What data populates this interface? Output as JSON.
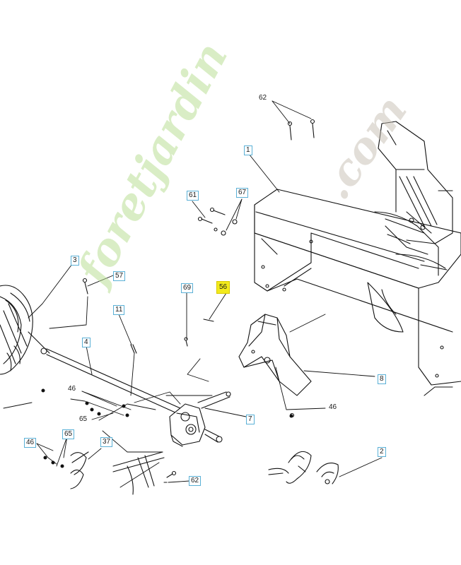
{
  "callouts": {
    "c62_top": "62",
    "c1": "1",
    "c61": "61",
    "c67": "67",
    "c3": "3",
    "c57": "57",
    "c69": "69",
    "c56": "56",
    "c11": "11",
    "c4": "4",
    "c8": "8",
    "c46_left": "46",
    "c65_left": "65",
    "c46_right": "46",
    "c7": "7",
    "c46_bottom": "46",
    "c65_bottom": "65",
    "c37": "37",
    "c2": "2",
    "c62_bottom": "62"
  },
  "watermark": {
    "text_a": "foret",
    "text_b": "jardin",
    "text_c": ".com"
  },
  "colors": {
    "line": "#111111",
    "callout_border": "#5ab0d6",
    "highlight": "#f2ea1c",
    "watermark_green": "#b5dc8c",
    "watermark_orange": "#f4b860",
    "watermark_grey": "#c6bfb3"
  }
}
